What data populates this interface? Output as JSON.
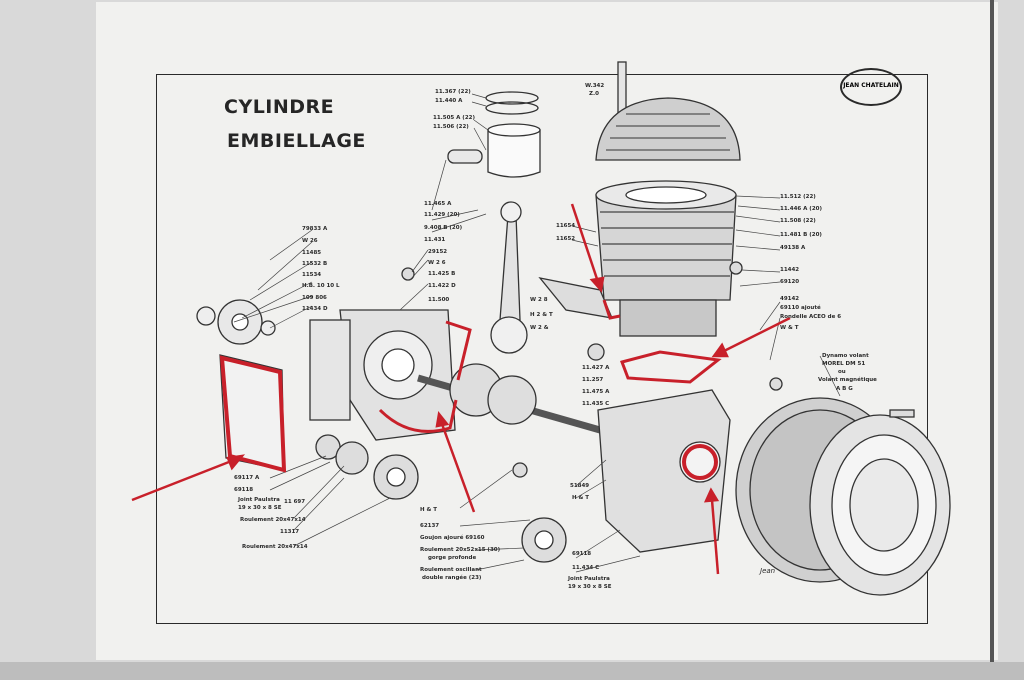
{
  "sheet": {
    "title_line1": "CYLINDRE",
    "title_line2": "EMBIELLAGE",
    "stamp": "JEAN CHATELAIN"
  },
  "labels": {
    "top_center": [
      "11.367 (22)",
      "11.440 A",
      "11.505 A (22)",
      "11.506 (22)"
    ],
    "top_right": [
      "W.342",
      "Z.0"
    ],
    "piston_left": [
      "11.465 A",
      "11.429 (20)",
      "9.408 B (20)",
      "11.431"
    ],
    "left_col": [
      "79833 A",
      "W 26",
      "11485",
      "11532 B",
      "11534",
      "H.B. 10 10 L",
      "109 806",
      "11434 D"
    ],
    "mid_col": [
      "29152",
      "W 2 6",
      "11.425 B",
      "11.422 D",
      "11.500"
    ],
    "cyl_left": [
      "11654",
      "11652"
    ],
    "cyl_right": [
      "11.512 (22)",
      "11.446 A (20)",
      "11.508 (22)",
      "11.481 B (20)",
      "49138 A"
    ],
    "right_col": [
      "11442",
      "69120",
      "49142",
      "69110 ajouté",
      "Rondelle ACEO de 6",
      "W & T"
    ],
    "dynamo": [
      "Dynamo volant",
      "MOREL DM 51",
      "ou",
      "Volant magnétique",
      "A B G"
    ],
    "mid_lower": [
      "W 2 8",
      "H 2 & T",
      "W 2 &",
      "11.427 A",
      "11.257",
      "11.475 A",
      "11.435 C"
    ],
    "left_lower": [
      "69117 A",
      "69118",
      "Joint Paulstra",
      "19 x 30 x 8 SE",
      "11 697"
    ],
    "bottom_left": [
      "Roulement 20x47x14",
      "11317",
      "Roulement 20x47x14"
    ],
    "bottom_mid": [
      "H & T",
      "62137",
      "Goujon ajouré 69160",
      "Roulement 20x52x15 (30)",
      "gorge profonde",
      "Roulement oscillant",
      "double rangée (23)"
    ],
    "bottom_right": [
      "51849",
      "H & T",
      "69118",
      "11.434 C",
      "Joint Paulstra",
      "19 x 30 x 8 SE"
    ],
    "signature": "Jean"
  },
  "colors": {
    "annotation_red": "#c8202a",
    "ink": "#2a2a2a",
    "paper": "#f1f1ef"
  }
}
